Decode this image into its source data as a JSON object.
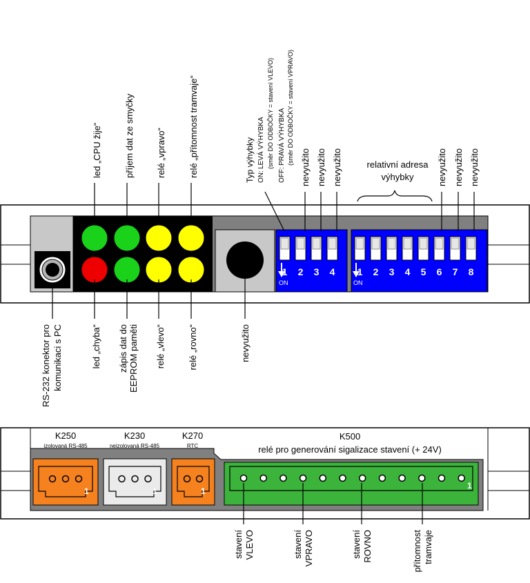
{
  "top_panel": {
    "rs232": "RS-232 konektor pro komunikaci s PC",
    "rs232_lines": [
      "RS-232 konektor pro",
      "komunikaci s PC"
    ],
    "leds_top": [
      {
        "label": "led „CPU žije“",
        "color": "#19d219"
      },
      {
        "label": "příjem dat ze smyčky",
        "color": "#19d219"
      },
      {
        "label": "relé „vpravo“",
        "color": "#ffff00"
      },
      {
        "label": "relé „přítomnost tramvaje“",
        "color": "#ffff00"
      }
    ],
    "leds_bottom": [
      {
        "label": "led „chyba“",
        "lines": [
          "led „chyba“"
        ],
        "color": "#ee0000"
      },
      {
        "label": "zápis dat do EEPROM paměti",
        "lines": [
          "zápis dat do",
          "EEPROM paměti"
        ],
        "color": "#19d219"
      },
      {
        "label": "relé „vlevo“",
        "lines": [
          "relé „vlevo“"
        ],
        "color": "#ffff00"
      },
      {
        "label": "relé „rovno“",
        "lines": [
          "relé „rovno“"
        ],
        "color": "#ffff00"
      }
    ],
    "unused_button": "nevyužito",
    "switch_type": {
      "title": "Typ výhybky",
      "on_prefix": "ON:",
      "on_text": "LEVÁ VÝHYBKA",
      "on_note": "(směr DO ODBOČKY = stavení VLEVO)",
      "off_prefix": "OFF:",
      "off_text": "PRAVÁ VÝHYBKA",
      "off_note": "(směr DO ODBOČKY = stavení VPRAVO)"
    },
    "dip_unused": "nevyužito",
    "rel_address": {
      "line1": "relativní adresa",
      "line2": "výhybky"
    },
    "dip1": {
      "numbers": [
        "1",
        "2",
        "3",
        "4"
      ],
      "on_label": "ON"
    },
    "dip2": {
      "numbers": [
        "1",
        "2",
        "3",
        "4",
        "5",
        "6",
        "7",
        "8"
      ],
      "on_label": "ON"
    },
    "colors": {
      "dip_blue": "#0000ff",
      "panel_gray": "#808080"
    }
  },
  "bottom_panel": {
    "connectors": [
      {
        "name": "K250",
        "sub": "izolovaná RS-485",
        "pin1": "1",
        "color": "#f5821f"
      },
      {
        "name": "K230",
        "sub": "neizolovaná RS-485",
        "pin1": "1",
        "color": "#ebebeb"
      },
      {
        "name": "K270",
        "sub": "RTC",
        "pin1": "1",
        "color": "#f5821f"
      },
      {
        "name": "K500",
        "sub": "relé pro generování sigalizace stavení (+ 24V)",
        "pin1": "1",
        "color": "#3cb43c"
      }
    ],
    "pin_labels": [
      {
        "label": "stavení VLEVO",
        "lines": [
          "stavení",
          "VLEVO"
        ]
      },
      {
        "label": "stavení VPRAVO",
        "lines": [
          "stavení",
          "VPRAVO"
        ]
      },
      {
        "label": "stavení ROVNO",
        "lines": [
          "stavení",
          "ROVNO"
        ]
      },
      {
        "label": "přítomnost tramvaje",
        "lines": [
          "přítomnost",
          "tramvaje"
        ]
      }
    ]
  }
}
